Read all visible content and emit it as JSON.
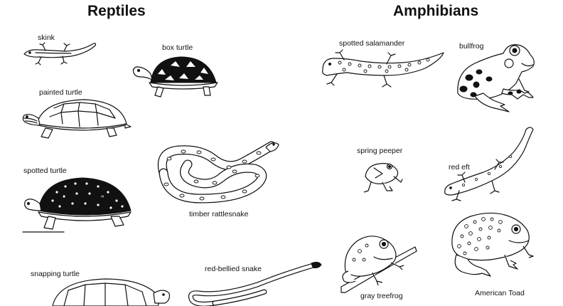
{
  "headings": {
    "reptiles": "Reptiles",
    "amphibians": "Amphibians"
  },
  "reptiles": [
    {
      "label": "skink",
      "icon": "skink-icon"
    },
    {
      "label": "box turtle",
      "icon": "box-turtle-icon"
    },
    {
      "label": "painted turtle",
      "icon": "painted-turtle-icon"
    },
    {
      "label": "spotted turtle",
      "icon": "spotted-turtle-icon"
    },
    {
      "label": "timber rattlesnake",
      "icon": "timber-rattlesnake-icon"
    },
    {
      "label": "snapping turtle",
      "icon": "snapping-turtle-icon"
    },
    {
      "label": "red-bellied snake",
      "icon": "red-bellied-snake-icon"
    }
  ],
  "amphibians": [
    {
      "label": "spotted salamander",
      "icon": "spotted-salamander-icon"
    },
    {
      "label": "bullfrog",
      "icon": "bullfrog-icon"
    },
    {
      "label": "spring peeper",
      "icon": "spring-peeper-icon"
    },
    {
      "label": "red eft",
      "icon": "red-eft-icon"
    },
    {
      "label": "gray treefrog",
      "icon": "gray-treefrog-icon"
    },
    {
      "label": "American Toad",
      "icon": "american-toad-icon"
    }
  ],
  "colors": {
    "ink": "#111111",
    "paper": "#ffffff"
  }
}
